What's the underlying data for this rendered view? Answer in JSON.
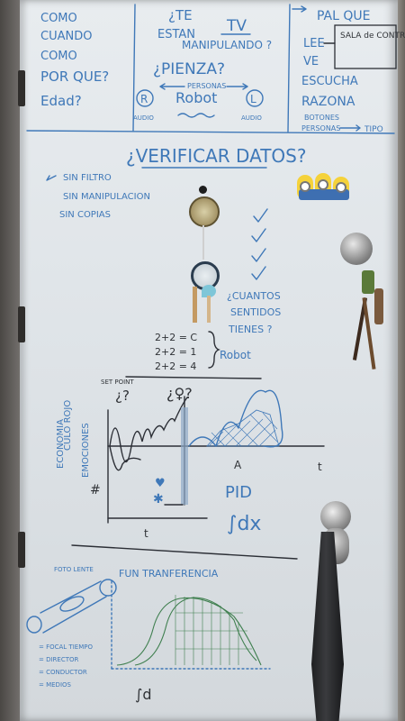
{
  "board": {
    "left_list": [
      "COMO",
      "CUANDO",
      "COMO",
      "POR QUE?",
      "Edad?"
    ],
    "tv_title": "¿TE",
    "tv_line2": "ESTAN",
    "tv_word": "TV",
    "tv_line3": "MANIPULANDO ?",
    "pienza": "¿PIENZA?",
    "personas": "PERSONAS",
    "robot": "Robot",
    "r_letter": "R",
    "l_letter": "L",
    "audio_left": "AUDIO",
    "audio_right": "AUDIO",
    "right_title": "PAL QUE",
    "sala_box": "SALA de CONTROL TV HD",
    "right_list": [
      "LEE",
      "VE",
      "ESCUCHA",
      "RAZONA"
    ],
    "botones": "BOTONES",
    "personas_tipo": "PERSONAS",
    "tipo": "TIPO",
    "verificar": "¿VERIFICAR DATOS?",
    "sin_list": [
      "SIN FILTRO",
      "SIN MANIPULACION",
      "SIN COPIAS"
    ],
    "cuantos": [
      "¿CUANTOS",
      "SENTIDOS",
      "TIENES ?"
    ],
    "sums": [
      "2+2 = C",
      "2+2 = 1",
      "2+2 = 4"
    ],
    "robot2": "Robot",
    "set_point": "SET POINT",
    "question_marks": "¿?",
    "bulb_q": "¿♀?",
    "vertical_words": [
      "CULO ROJO",
      "EMOCIONES",
      "ECONOMIA",
      "#"
    ],
    "axis_t": "t",
    "axis_a": "A",
    "axis_t2": "t",
    "pid": "PID",
    "integral": "∫dx",
    "foto_label": "FOTO LENTE",
    "fun_transferencia": "FUN TRANFERENCIA",
    "small_bullets": [
      "= FOCAL TIEMPO",
      "= DIRECTOR",
      "= CONDUCTOR",
      "= MEDIOS"
    ],
    "integral2": "∫d"
  },
  "colors": {
    "marker_blue": "#3f78b8",
    "marker_dark": "#2c2f36",
    "marker_green": "#3f7f4f",
    "board": "#e2e6ea"
  }
}
